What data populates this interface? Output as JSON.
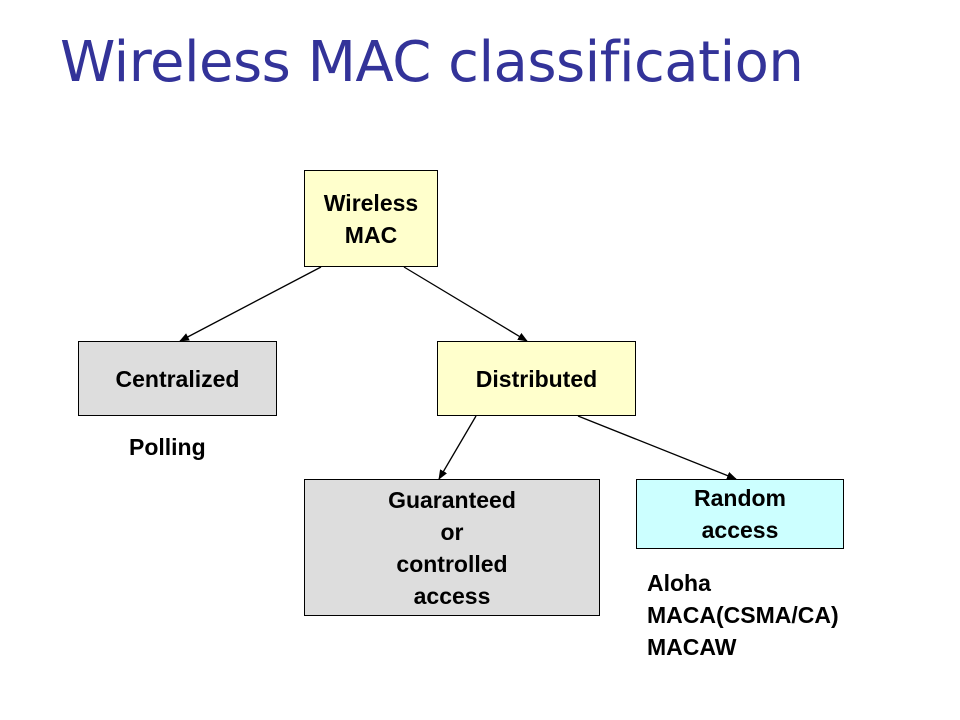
{
  "slide": {
    "title": "Wireless MAC classification"
  },
  "nodes": {
    "wireless_mac": "Wireless\nMAC",
    "centralized": "Centralized",
    "distributed": "Distributed",
    "guaranteed": "Guaranteed\nor\ncontrolled\naccess",
    "random_access": "Random\naccess"
  },
  "notes": {
    "centralized_example": "Polling",
    "random_access_examples": "Aloha\nMACA(CSMA/CA)\nMACAW"
  },
  "colors": {
    "title": "#333399",
    "yellow_box": "#ffffcc",
    "gray_box": "#dddddd",
    "cyan_box": "#ccffff"
  }
}
